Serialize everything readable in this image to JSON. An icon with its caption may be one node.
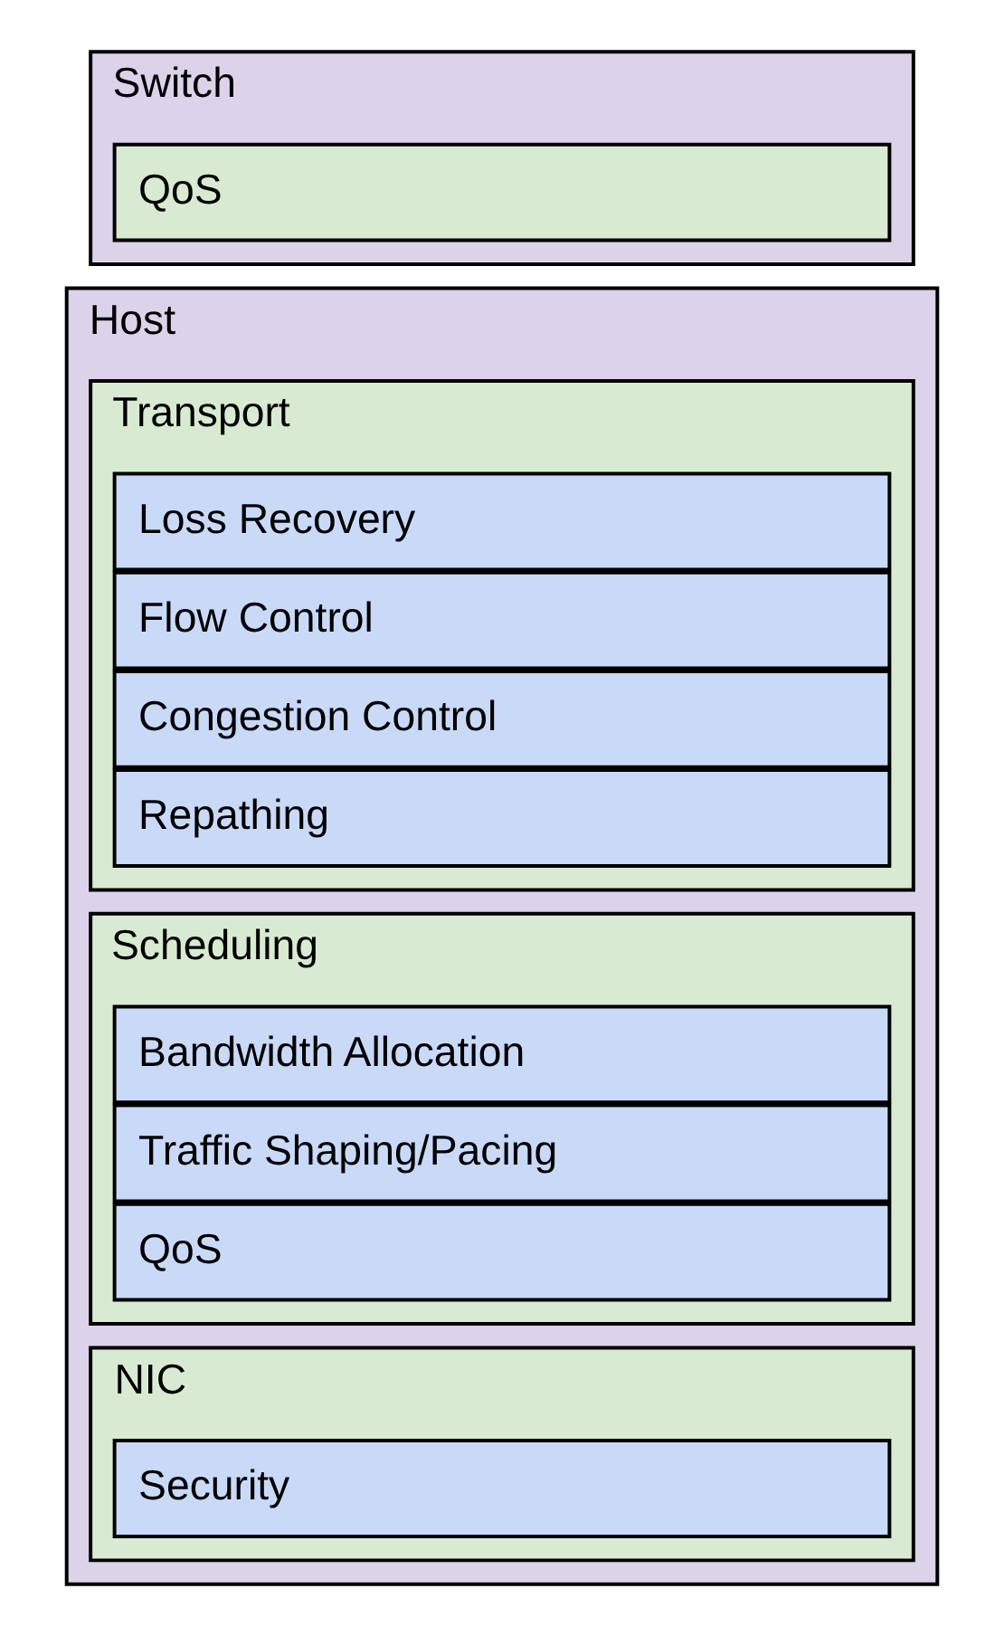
{
  "diagram": {
    "nodes": [
      {
        "text": [
          "Host"
        ]
      },
      {
        "text": [
          "Transport"
        ],
        "in": 0
      },
      {
        "text": [
          "Loss Recovery"
        ],
        "in": 1
      },
      {
        "text": [
          "Flow Control"
        ],
        "in": 1
      },
      {
        "text": [
          "Congestion Control"
        ],
        "in": 1
      },
      {
        "text": [
          "Repathing"
        ],
        "in": 1
      },
      {
        "text": [
          "Scheduling"
        ],
        "in": 0
      },
      {
        "text": [
          "Bandwidth Allocation"
        ],
        "in": 6
      },
      {
        "text": [
          "Traffic Shaping/Pacing"
        ],
        "in": 6
      },
      {
        "text": [
          "QoS"
        ],
        "in": 6
      },
      {
        "text": [
          "NIC"
        ],
        "in": 0
      },
      {
        "text": [
          "Security"
        ],
        "in": 10
      },
      {
        "text": [
          "Switch"
        ]
      },
      {
        "text": [
          "QoS"
        ],
        "in": 12
      }
    ],
    "edges": []
  }
}
